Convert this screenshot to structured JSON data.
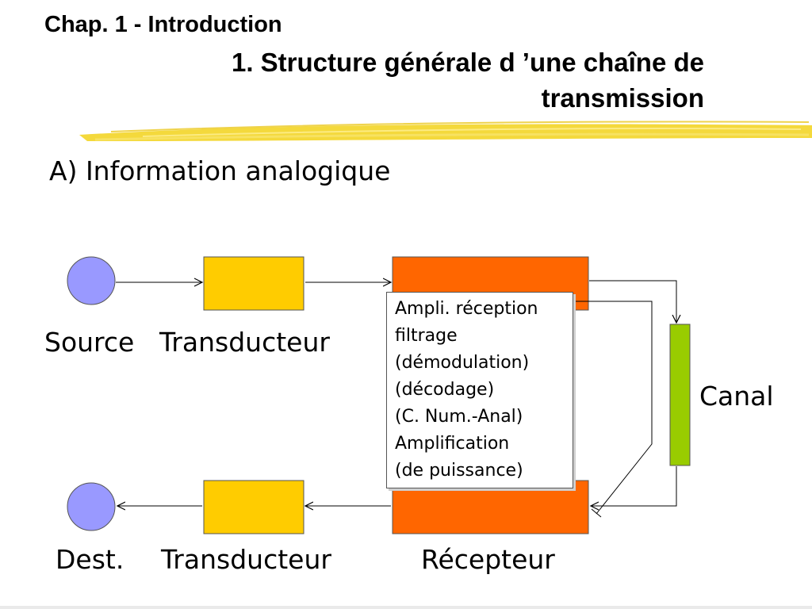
{
  "header": {
    "chapter": "Chap. 1 - Introduction",
    "title_line1": "1. Structure générale d ’une chaîne de",
    "title_line2": "transmission"
  },
  "section": {
    "title": "A) Information analogique"
  },
  "diagram": {
    "labels": {
      "source": "Source",
      "transducteur_top": "Transducteur",
      "canal": "Canal",
      "dest": "Dest.",
      "transducteur_bottom": "Transducteur",
      "recepteur": "Récepteur"
    },
    "callout_lines": [
      "Ampli. réception",
      "filtrage",
      "(démodulation)",
      "(décodage)",
      "(C. Num.-Anal)",
      "Amplification",
      "(de puissance)"
    ],
    "colors": {
      "node_circle": "#9999ff",
      "transducer_box": "#ffcc00",
      "emitter_receiver_box": "#ff6600",
      "channel_bar": "#99cc00",
      "brush_stroke": "#f2d21a"
    }
  }
}
